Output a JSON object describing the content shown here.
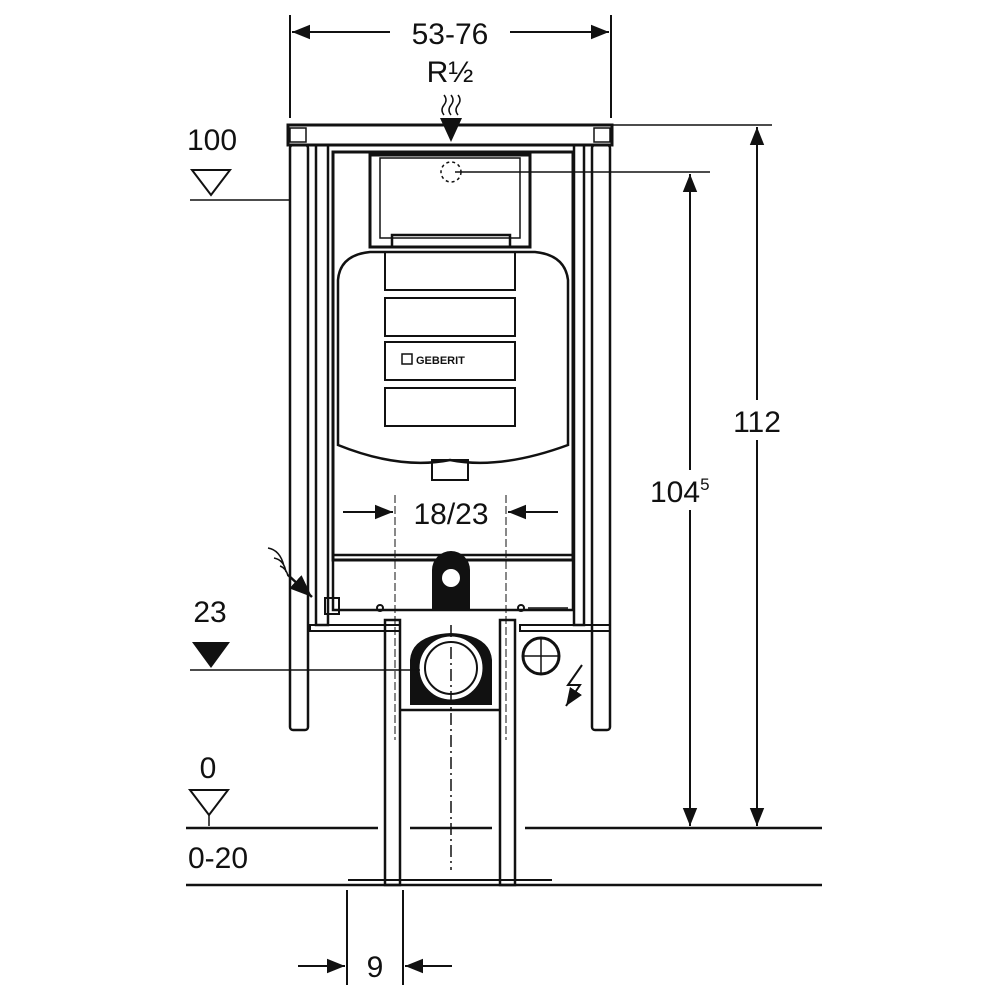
{
  "drawing": {
    "width_dim": "53-76",
    "water_inlet": "R½",
    "level_100": "100",
    "level_23": "23",
    "level_0": "0",
    "floor_range": "0-20",
    "foot_width": "9",
    "flush_spacing": "18/23",
    "height_total": "112",
    "height_cistern": "104",
    "height_cistern_sup": "5",
    "brand": "GEBERIT"
  },
  "colors": {
    "line": "#111111",
    "background": "#ffffff"
  }
}
